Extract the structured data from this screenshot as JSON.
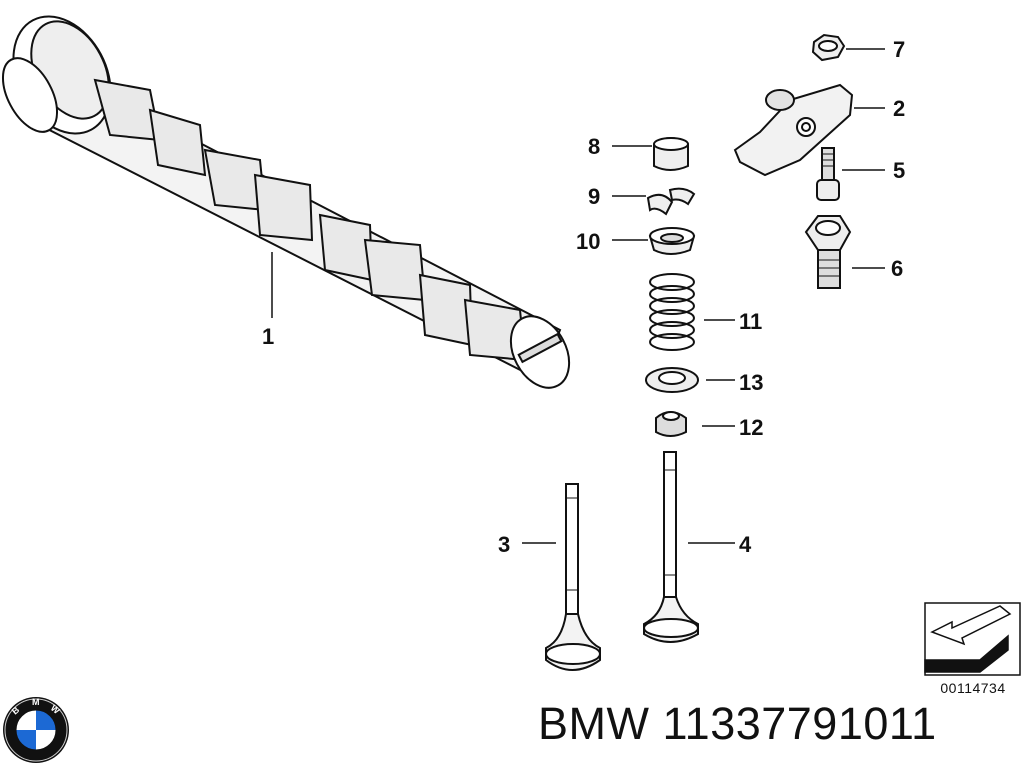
{
  "diagram": {
    "callouts": [
      {
        "id": "p1",
        "label": "1"
      },
      {
        "id": "p2",
        "label": "2"
      },
      {
        "id": "p3",
        "label": "3"
      },
      {
        "id": "p4",
        "label": "4"
      },
      {
        "id": "p5",
        "label": "5"
      },
      {
        "id": "p6",
        "label": "6"
      },
      {
        "id": "p7",
        "label": "7"
      },
      {
        "id": "p8",
        "label": "8"
      },
      {
        "id": "p9",
        "label": "9"
      },
      {
        "id": "p10",
        "label": "10"
      },
      {
        "id": "p11",
        "label": "11"
      },
      {
        "id": "p12",
        "label": "12"
      },
      {
        "id": "p13",
        "label": "13"
      }
    ],
    "reference_code": "00114734"
  },
  "brand": {
    "logo_letters": [
      "B",
      "M",
      "W"
    ],
    "colors": {
      "blue": "#1c69d4",
      "black": "#111111",
      "white": "#ffffff"
    }
  },
  "caption": "BMW 11337791011"
}
